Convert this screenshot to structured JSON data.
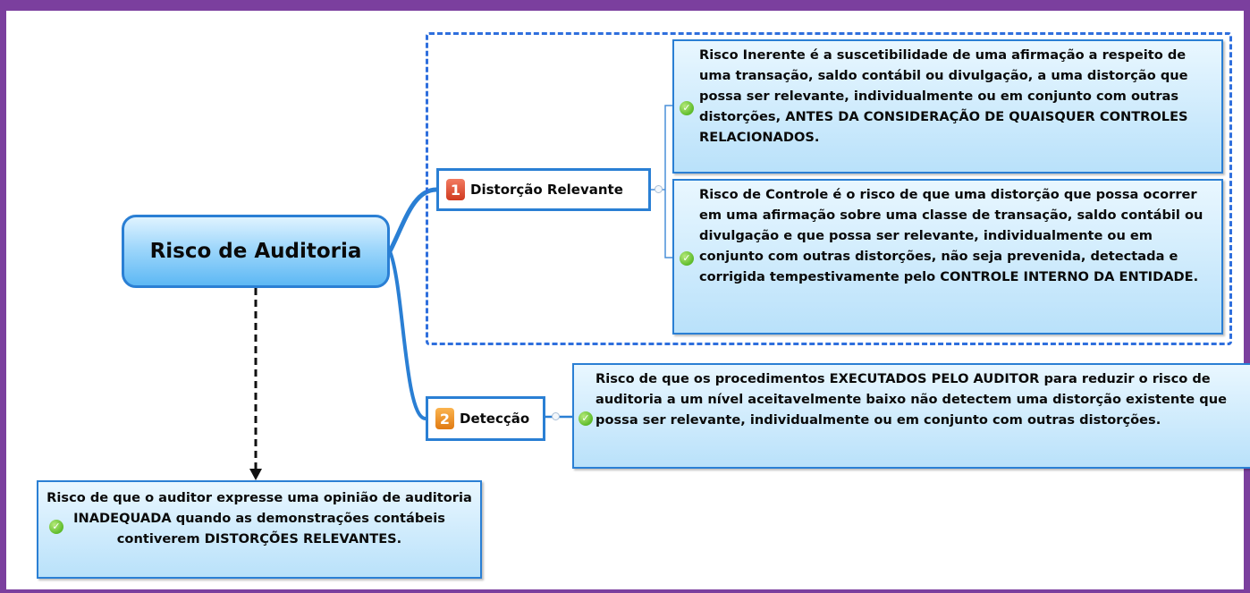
{
  "root": {
    "label": "Risco de Auditoria"
  },
  "branches": [
    {
      "number": "1",
      "label": "Distorção Relevante",
      "color": "#d03a1f"
    },
    {
      "number": "2",
      "label": "Detecção",
      "color": "#e07a12"
    }
  ],
  "leaves": {
    "inerente": "Risco Inerente é a suscetibilidade de uma afirmação a respeito de uma transação, saldo contábil ou divulgação, a uma distorção que possa ser relevante, individualmente ou em conjunto com outras distorções, ANTES DA CONSIDERAÇÃO DE QUAISQUER CONTROLES RELACIONADOS.",
    "controle": "Risco de Controle é o risco de que uma distorção que possa ocorrer em uma afirmação sobre uma classe de transação, saldo contábil ou divulgação e que possa ser relevante, individualmente ou em conjunto com outras distorções, não seja prevenida, detectada e corrigida tempestivamente pelo CONTROLE INTERNO DA ENTIDADE.",
    "deteccao": "Risco de que os procedimentos EXECUTADOS PELO AUDITOR para reduzir o risco de auditoria a um nível aceitavelmente baixo não detectem uma distorção existente que possa ser relevante, individualmente ou em conjunto com outras distorções.",
    "auditoria": "Risco de que o auditor expresse uma opinião de auditoria INADEQUADA quando as demonstrações contábeis contiverem DISTORÇÕES RELEVANTES."
  },
  "icons": {
    "check": "check-circle-icon",
    "collapse": "collapse-dot-icon"
  },
  "colors": {
    "frame": "#7b3f9e",
    "accent": "#2a7fd4",
    "dashed_group": "#2f6fdd",
    "check": "#5dbb2a"
  }
}
